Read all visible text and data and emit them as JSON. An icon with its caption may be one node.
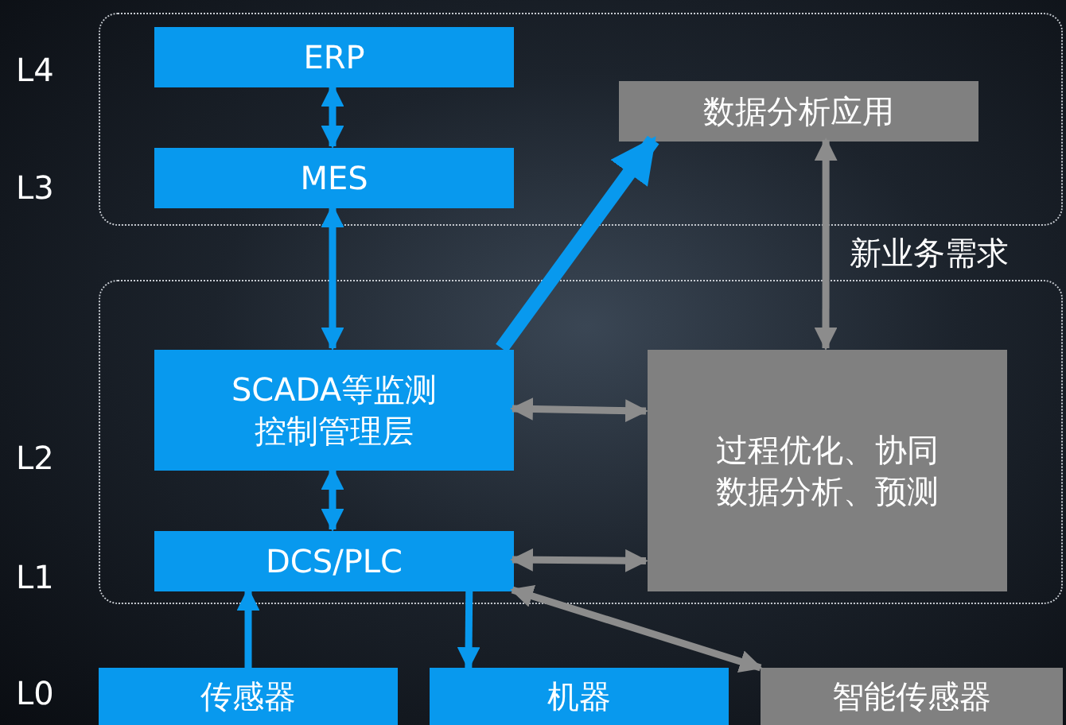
{
  "diagram": {
    "nodes": [
      {
        "text": [],
        "shape": "box"
      },
      {
        "text": [
          "ERP"
        ],
        "in": 0
      },
      {
        "text": [
          "MES"
        ],
        "in": 0
      },
      {
        "text": [
          "数据分析应用"
        ],
        "in": 0
      },
      {
        "text": [],
        "shape": "box"
      },
      {
        "text": [
          "SCADA等监测控制管理层"
        ],
        "in": 4
      },
      {
        "text": [
          "DCS/PLC"
        ],
        "in": 4
      },
      {
        "text": [
          "过程优化、协同数据分析、预测"
        ],
        "in": 4
      },
      {
        "text": [
          "传感器"
        ]
      },
      {
        "text": [
          "机器"
        ]
      },
      {
        "text": [
          "智能传感器"
        ]
      }
    ],
    "edges": [
      {
        "from": 1,
        "to": 2,
        "arrow": "both"
      },
      {
        "from": 2,
        "to": 5,
        "arrow": "both"
      },
      {
        "from": 5,
        "to": 3,
        "arrow": "to",
        "style": "thick"
      },
      {
        "from": 3,
        "to": 7,
        "arrow": "both",
        "label": "新业务需求",
        "color": "#8c8c8c"
      },
      {
        "from": 5,
        "to": 6,
        "arrow": "both"
      },
      {
        "from": 5,
        "to": 7,
        "arrow": "both",
        "color": "#8c8c8c"
      },
      {
        "from": 6,
        "to": 7,
        "arrow": "both",
        "color": "#8c8c8c"
      },
      {
        "from": 8,
        "to": 6,
        "arrow": "to"
      },
      {
        "from": 6,
        "to": 9,
        "arrow": "to"
      },
      {
        "from": 6,
        "to": 10,
        "arrow": "both",
        "color": "#8c8c8c"
      }
    ],
    "labels": [
      "L4",
      "L3",
      "L2",
      "L1",
      "L0"
    ]
  }
}
